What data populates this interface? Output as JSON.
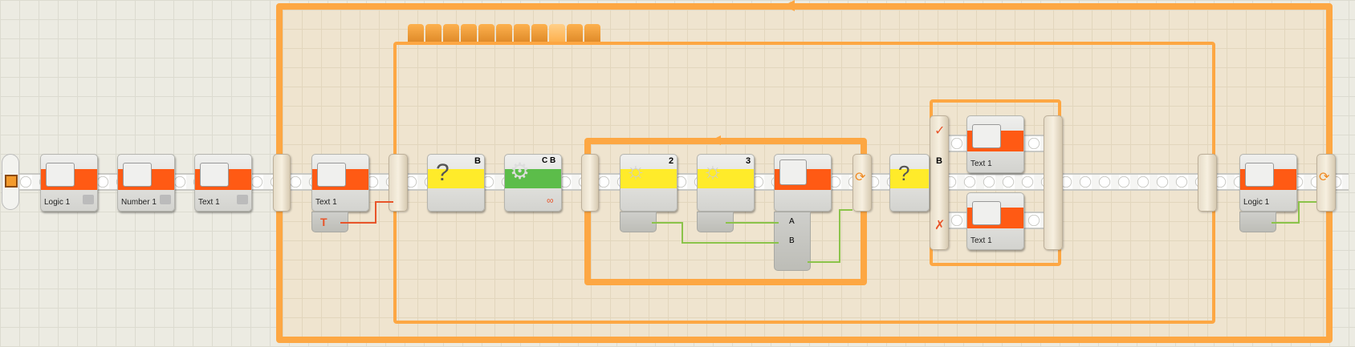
{
  "program": {
    "title": "NXT-G sequence program",
    "start_point": {
      "icon": "start-point-icon"
    },
    "pre_loop_blocks": [
      {
        "type": "variable",
        "label": "Logic 1",
        "mode": "write"
      },
      {
        "type": "variable",
        "label": "Number 1",
        "mode": "write"
      },
      {
        "type": "variable",
        "label": "Text 1",
        "mode": "write"
      }
    ],
    "outer_loop": {
      "type": "loop",
      "control": "logic",
      "icon": "loop-arrow-icon"
    },
    "inner_loop_blocks": [
      {
        "type": "variable",
        "label": "Text 1",
        "mode": "read",
        "hub_plug": "T"
      },
      {
        "type": "switch-connector"
      },
      {
        "type": "touch-sensor-wait",
        "port": "B"
      },
      {
        "type": "motor",
        "ports": "C B",
        "duration": "∞"
      },
      {
        "type": "light-sensor",
        "port": "2"
      },
      {
        "type": "light-sensor",
        "port": "3"
      },
      {
        "type": "logic",
        "hub": [
          "A",
          "B"
        ]
      },
      {
        "type": "touch-sensor-switch",
        "port": "B"
      },
      {
        "type": "variable",
        "label": "Text 1",
        "branch": "true"
      },
      {
        "type": "variable",
        "label": "Text 1",
        "branch": "false"
      },
      {
        "type": "variable",
        "label": "Logic 1",
        "mode": "read"
      }
    ],
    "switch_port": "B",
    "tab_count": 11,
    "wire_colors": {
      "logic": "#8bc34a",
      "text": "#e8552a"
    }
  }
}
